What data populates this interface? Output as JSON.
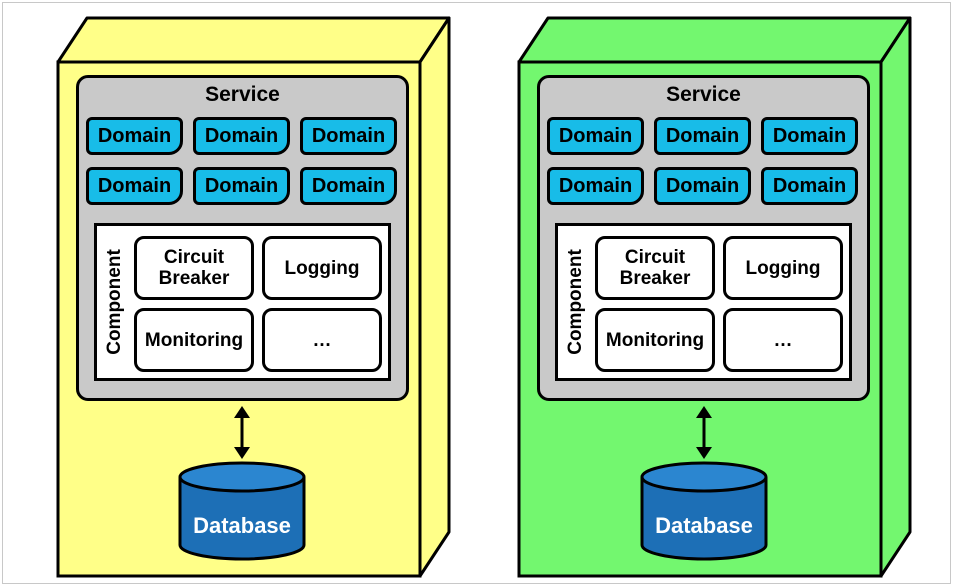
{
  "nodes": [
    {
      "fill": "#ffff88",
      "side_fill": "#ffff88",
      "service": {
        "title": "Service"
      },
      "domains": [
        "Domain",
        "Domain",
        "Domain",
        "Domain",
        "Domain",
        "Domain"
      ],
      "component": {
        "label": "Component",
        "items": [
          "Circuit Breaker",
          "Logging",
          "Monitoring",
          "…"
        ]
      },
      "database": {
        "label": "Database"
      }
    },
    {
      "fill": "#73f76f",
      "side_fill": "#73f76f",
      "service": {
        "title": "Service"
      },
      "domains": [
        "Domain",
        "Domain",
        "Domain",
        "Domain",
        "Domain",
        "Domain"
      ],
      "component": {
        "label": "Component",
        "items": [
          "Circuit Breaker",
          "Logging",
          "Monitoring",
          "…"
        ]
      },
      "database": {
        "label": "Database"
      }
    }
  ],
  "colors": {
    "domain": "#18bce8",
    "service": "#c9c9c9",
    "database": "#1d6fb6",
    "database_top": "#2b86d0",
    "stroke": "#000000"
  }
}
